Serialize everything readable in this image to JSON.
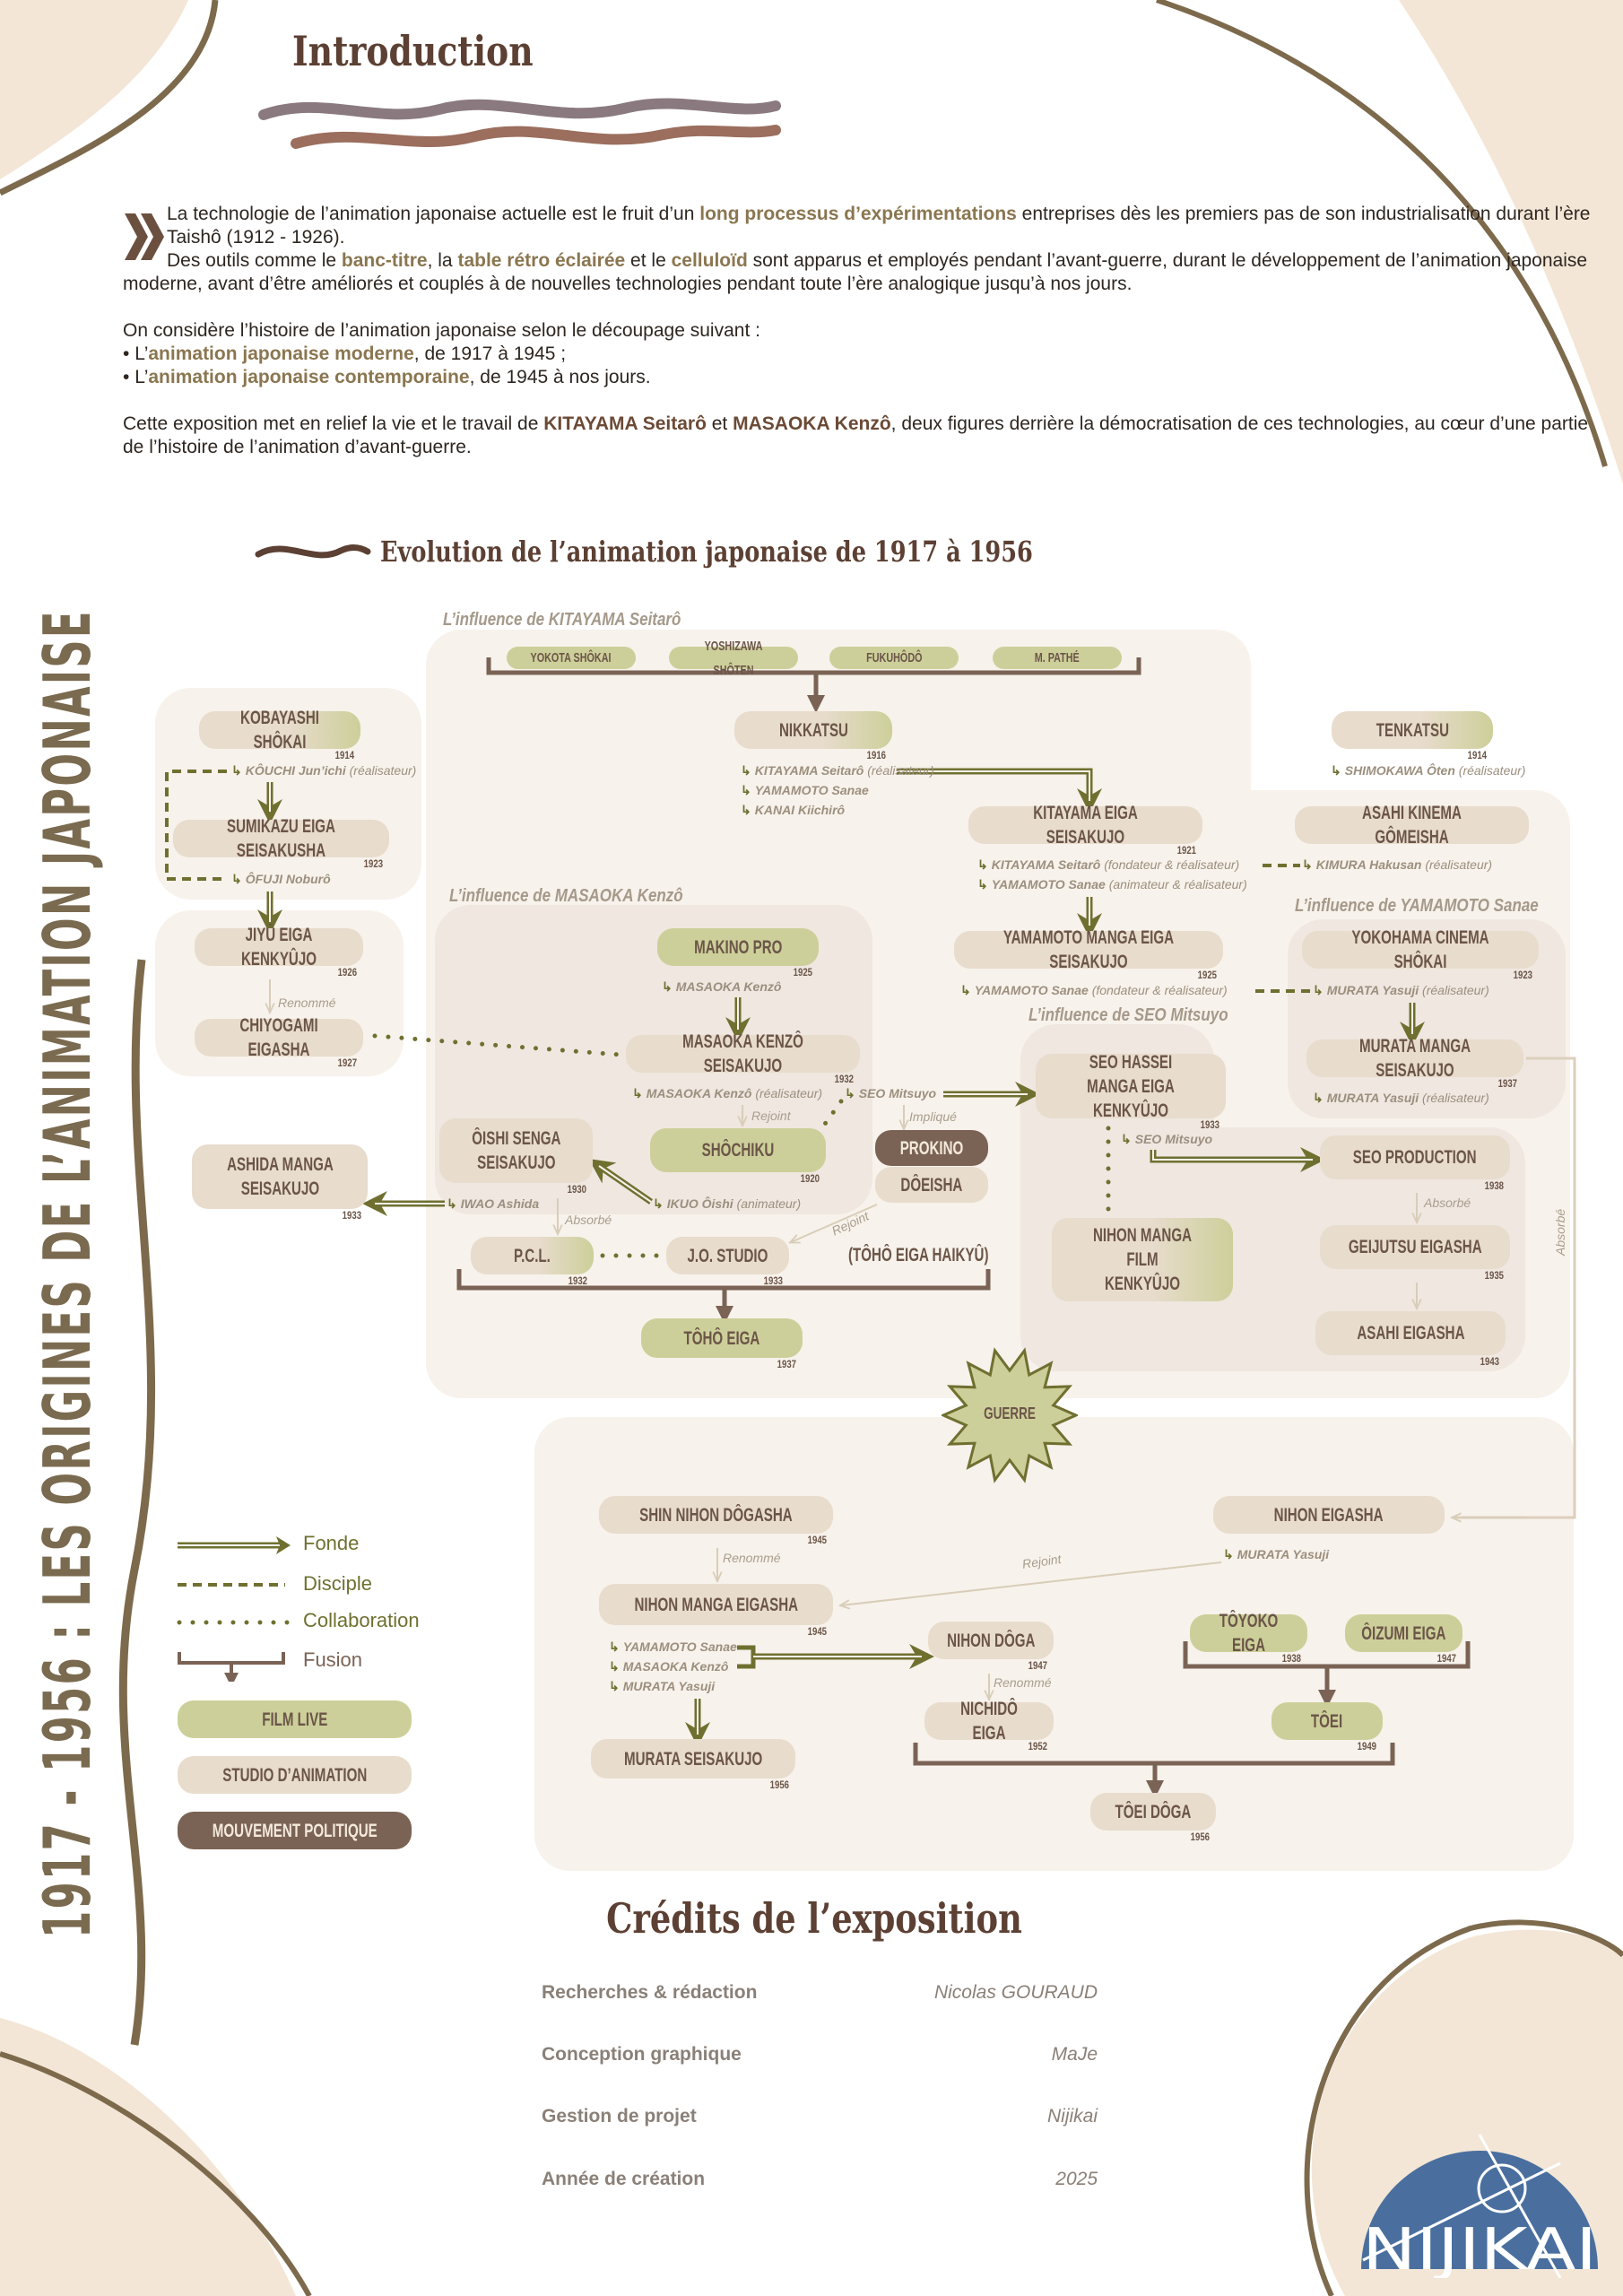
{
  "header": {
    "title": "Introduction"
  },
  "intro": {
    "p1_a": "La technologie de l’animation japonaise actuelle est le fruit d’un ",
    "p1_hl": "long processus d’expérimentations",
    "p1_b": " entreprises dès les premiers pas de son industrialisation durant l’ère Taishô (1912 - 1926).",
    "p2_a": "Des outils comme le ",
    "p2_hl1": "banc-titre",
    "p2_b": ", la ",
    "p2_hl2": "table rétro éclairée",
    "p2_c": " et le ",
    "p2_hl3": "celluloïd",
    "p2_d": " sont apparus et employés pendant l’avant-guerre, durant le développement de l’animation japonaise moderne, avant d’être améliorés et couplés à de nouvelles technologies pendant toute l’ère analogique jusqu’à nos jours.",
    "p3": "On considère l’histoire de l’animation japonaise selon le découpage suivant :",
    "b1_a": "L’",
    "b1_hl": "animation japonaise moderne",
    "b1_b": ", de 1917 à 1945 ;",
    "b2_a": "L’",
    "b2_hl": "animation japonaise contemporaine",
    "b2_b": ", de 1945 à nos jours.",
    "p4_a": "Cette exposition met en relief la vie et le travail de ",
    "p4_n1": "KITAYAMA Seitarô",
    "p4_b": " et ",
    "p4_n2": "MASAOKA Kenzô",
    "p4_c": ", deux figures derrière la démocratisation de ces technologies, au cœur d’une partie de l’histoire de l’animation d’avant-guerre."
  },
  "vertical_title": "1917 - 1956 : LES ORIGINES DE L’ANIMATION JAPONAISE",
  "diagram": {
    "title": "Evolution de l’animation japonaise de 1917 à 1956",
    "panels": {
      "kitayama": "L’influence de KITAYAMA Seitarô",
      "masaoka": "L’influence de MASAOKA Kenzô",
      "yamamoto": "L’influence de YAMAMOTO Sanae",
      "seo": "L’influence de SEO Mitsuyo"
    },
    "nodes": {
      "yokota": {
        "name": "YOKOTA SHÔKAI"
      },
      "yoshizawa": {
        "name": "YOSHIZAWA SHÔTEN"
      },
      "fukuhodo": {
        "name": "FUKUHÔDÔ"
      },
      "pathe": {
        "name": "M. PATHÉ"
      },
      "kobayashi": {
        "name": "KOBAYASHI SHÔKAI",
        "year": "1914"
      },
      "sumikazu": {
        "name": "SUMIKAZU EIGA SEISAKUSHA",
        "year": "1923"
      },
      "jiyu": {
        "name": "JIYÛ EIGA KENKYÛJO",
        "year": "1926"
      },
      "chiyogami": {
        "name": "CHIYOGAMI EIGASHA",
        "year": "1927"
      },
      "ashida": {
        "name": "ASHIDA MANGA\nSEISAKUJO",
        "year": "1933"
      },
      "nikkatsu": {
        "name": "NIKKATSU",
        "year": "1916"
      },
      "tenkatsu": {
        "name": "TENKATSU",
        "year": "1914"
      },
      "kitayama": {
        "name": "KITAYAMA EIGA SEISAKUJO",
        "year": "1921"
      },
      "asahikinema": {
        "name": "ASAHI KINEMA GÔMEISHA"
      },
      "yamamoto": {
        "name": "YAMAMOTO MANGA EIGA SEISAKUJO",
        "year": "1925"
      },
      "yokohama": {
        "name": "YOKOHAMA CINEMA SHÔKAI",
        "year": "1923"
      },
      "murata": {
        "name": "MURATA MANGA SEISAKUJO",
        "year": "1937"
      },
      "makino": {
        "name": "MAKINO PRO",
        "year": "1925"
      },
      "masaoka": {
        "name": "MASAOKA KENZÔ SEISAKUJO",
        "year": "1932"
      },
      "oishi": {
        "name": "ÔISHI SENGA\nSEISAKUJO",
        "year": "1930"
      },
      "shochiku": {
        "name": "SHÔCHIKU",
        "year": "1920"
      },
      "prokino": {
        "name": "PROKINO"
      },
      "doeisha": {
        "name": "DÔEISHA"
      },
      "pcl": {
        "name": "P.C.L.",
        "year": "1932"
      },
      "jo": {
        "name": "J.O. STUDIO",
        "year": "1933"
      },
      "toho": {
        "name": "TÔHÔ EIGA",
        "year": "1937"
      },
      "seohassei": {
        "name": "SEO HASSEI MANGA EIGA\nKENKYÛJO",
        "year": "1933"
      },
      "nihonmangafilm": {
        "name": "NIHON MANGA FILM\nKENKYÛJO"
      },
      "seoprod": {
        "name": "SEO PRODUCTION",
        "year": "1938"
      },
      "geijutsu": {
        "name": "GEIJUTSU EIGASHA",
        "year": "1935"
      },
      "asahieiga": {
        "name": "ASAHI EIGASHA",
        "year": "1943"
      },
      "shinnihon": {
        "name": "SHIN NIHON DÔGASHA",
        "year": "1945"
      },
      "nihonmanga": {
        "name": "NIHON MANGA EIGASHA",
        "year": "1945"
      },
      "muratasei": {
        "name": "MURATA SEISAKUJO",
        "year": "1956"
      },
      "nihondoga": {
        "name": "NIHON DÔGA",
        "year": "1947"
      },
      "nichido": {
        "name": "NICHIDÔ EIGA",
        "year": "1952"
      },
      "nihoneigasha": {
        "name": "NIHON EIGASHA"
      },
      "toyoko": {
        "name": "TÔYOKO EIGA",
        "year": "1938"
      },
      "oizumi": {
        "name": "ÔIZUMI EIGA",
        "year": "1947"
      },
      "toei": {
        "name": "TÔEI",
        "year": "1949"
      },
      "toeidoga": {
        "name": "TÔEI DÔGA",
        "year": "1956"
      }
    },
    "toho_haikyu": "(TÔHÔ EIGA HAIKYÛ)",
    "war": "GUERRE",
    "persons": {
      "kobayashi": [
        {
          "name": "KÔUCHI Jun’ichi",
          "role": "(réalisateur)"
        }
      ],
      "sumikazu": [
        {
          "name": "ÔFUJI Noburô",
          "role": ""
        }
      ],
      "nikkatsu": [
        {
          "name": "KITAYAMA Seitarô",
          "role": "(réalisateur)"
        },
        {
          "name": "YAMAMOTO Sanae",
          "role": ""
        },
        {
          "name": "KANAI Kiichirô",
          "role": ""
        }
      ],
      "tenkatsu": [
        {
          "name": "SHIMOKAWA Ôten",
          "role": "(réalisateur)"
        }
      ],
      "kitayama": [
        {
          "name": "KITAYAMA Seitarô",
          "role": "(fondateur & réalisateur)"
        },
        {
          "name": "YAMAMOTO Sanae",
          "role": "(animateur & réalisateur)"
        }
      ],
      "asahikinema": [
        {
          "name": "KIMURA Hakusan",
          "role": "(réalisateur)"
        }
      ],
      "yamamoto": [
        {
          "name": "YAMAMOTO Sanae",
          "role": "(fondateur & réalisateur)"
        }
      ],
      "yokohama": [
        {
          "name": "MURATA Yasuji",
          "role": "(réalisateur)"
        }
      ],
      "murata": [
        {
          "name": "MURATA Yasuji",
          "role": "(réalisateur)"
        }
      ],
      "makino": [
        {
          "name": "MASAOKA Kenzô",
          "role": ""
        }
      ],
      "masaoka": [
        {
          "name": "MASAOKA Kenzô",
          "role": "(réalisateur)"
        }
      ],
      "masaoka2": [
        {
          "name": "SEO Mitsuyo",
          "role": ""
        }
      ],
      "oishi": [
        {
          "name": "IWAO Ashida",
          "role": ""
        }
      ],
      "shochiku": [
        {
          "name": "IKUO Ôishi",
          "role": "(animateur)"
        }
      ],
      "seohassei": [
        {
          "name": "SEO Mitsuyo",
          "role": ""
        }
      ],
      "nihoneigasha": [
        {
          "name": "MURATA Yasuji",
          "role": ""
        }
      ],
      "nihonmanga": [
        {
          "name": "YAMAMOTO Sanae",
          "role": ""
        },
        {
          "name": "MASAOKA Kenzô",
          "role": ""
        },
        {
          "name": "MURATA Yasuji",
          "role": ""
        }
      ]
    },
    "edge_labels": {
      "renomme1": "Renommé",
      "rejoint1": "Rejoint",
      "implique": "Impliqué",
      "absorbe1": "Absorbé",
      "rejoint2": "Rejoint",
      "absorbe2": "Absorbé",
      "absorbe3": "Absorbé",
      "renomme2": "Renommé",
      "rejoint3": "Rejoint",
      "renomme3": "Renommé"
    }
  },
  "legend": {
    "fonde": "Fonde",
    "disciple": "Disciple",
    "collaboration": "Collaboration",
    "fusion": "Fusion",
    "film_live": "FILM LIVE",
    "studio": "STUDIO D’ANIMATION",
    "politique": "MOUVEMENT POLITIQUE"
  },
  "credits": {
    "title": "Crédits de l’exposition",
    "rows": [
      {
        "label": "Recherches & rédaction",
        "value": "Nicolas GOURAUD"
      },
      {
        "label": "Conception graphique",
        "value": "MaJe"
      },
      {
        "label": "Gestion de projet",
        "value": "Nijikai"
      },
      {
        "label": "Année de création",
        "value": "2025"
      }
    ]
  },
  "logo": {
    "text": "NIJIKAI"
  },
  "colors": {
    "olive": "#6f7030",
    "film_live": "#cdcf9a",
    "studio": "#e8dccd",
    "politique": "#7a6355",
    "brown_text": "#5c4033",
    "logo_blue": "#4a6f9e"
  }
}
